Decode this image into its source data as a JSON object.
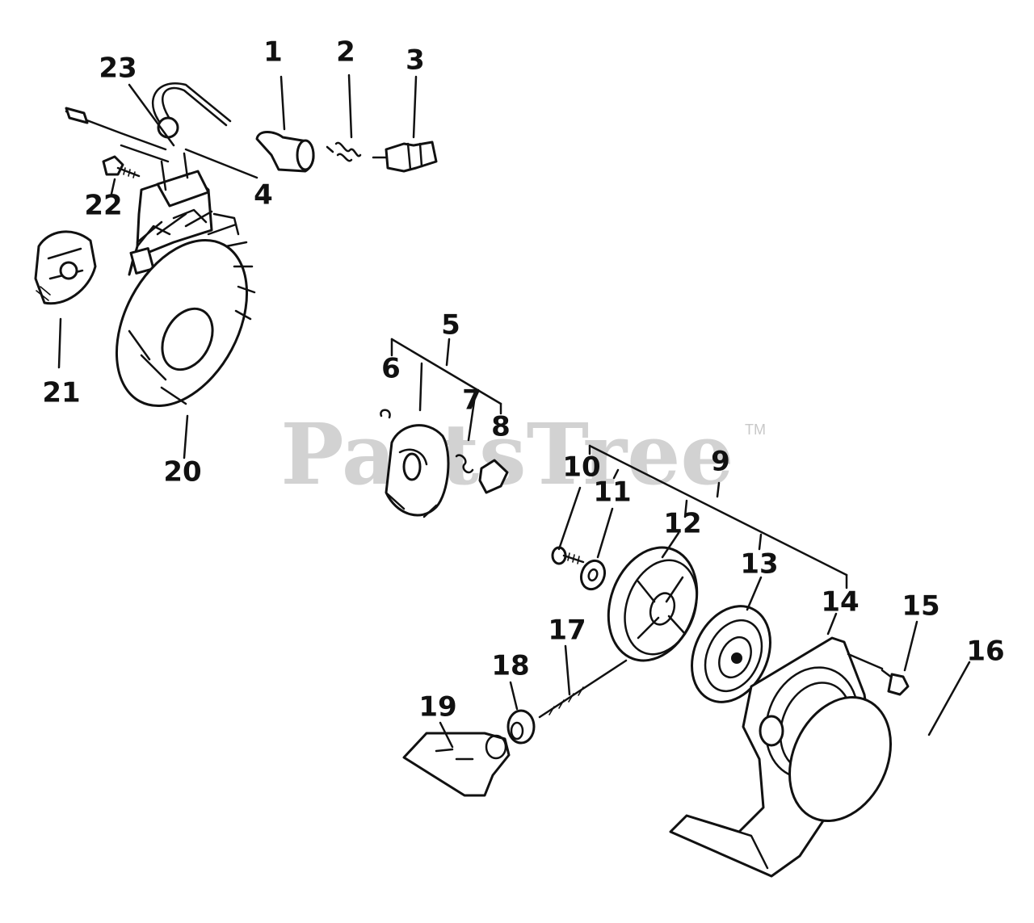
{
  "watermark": {
    "text": "PartsTree",
    "trademark": "TM"
  },
  "part_numbers": {
    "p1": "1",
    "p2": "2",
    "p3": "3",
    "p4": "4",
    "p5": "5",
    "p6": "6",
    "p7": "7",
    "p8": "8",
    "p9": "9",
    "p10": "10",
    "p11": "11",
    "p12": "12",
    "p13": "13",
    "p14": "14",
    "p15": "15",
    "p16": "16",
    "p17": "17",
    "p18": "18",
    "p19": "19",
    "p20": "20",
    "p21": "21",
    "p22": "22",
    "p23": "23"
  }
}
